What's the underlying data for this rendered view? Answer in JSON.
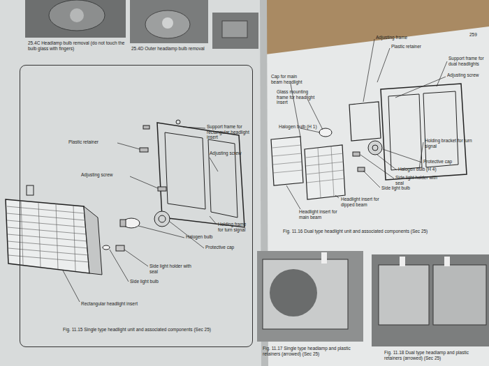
{
  "diagram": {
    "nodes": [
      {
        "text": [
          "Fig. 11.15 Single type headlight unit and associated components (Sec 25)"
        ]
      }
    ],
    "labels": [
      "25.4C Headlamp bulb removal (do not touch the bulb glass with fingers)",
      "25.4D Outer headlamp bulb removal",
      "Support frame for rectangular headlight insert",
      "Adjusting screw",
      "Plastic retainer",
      "Adjusting screw",
      "Holding frame for turn signal",
      "Halogen bulb",
      "Protective cap",
      "Side light holder with seal",
      "Side light bulb",
      "Rectangular headlight insert",
      "259",
      "Adjusting frame",
      "Plastic retainer",
      "Support frame for dual headlights",
      "Adjusting screw",
      "Cap for main beam headlight",
      "Glass mounting frame for headlight insert",
      "Halogen bulb (H 1)",
      "Holding bracket for turn signal",
      "Protective cap",
      "Halogen bulb (H 4)",
      "Side light holder with seal",
      "Side light bulb",
      "Headlight insert for dipped beam",
      "Headlight insert for main beam",
      "Fig. 11.16 Dual type headlight unit and associated components (Sec 25)",
      "Fig. 11.17 Single type headlamp and plastic retainers (arrowed) (Sec 25)",
      "Fig. 11.18 Dual type headlamp and plastic retainers (arrowed) (Sec 25)"
    ]
  }
}
